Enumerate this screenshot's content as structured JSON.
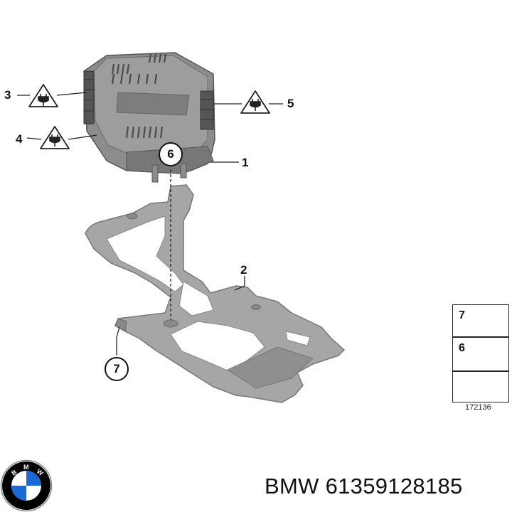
{
  "callouts": {
    "c1": "1",
    "c2": "2",
    "c3": "3",
    "c4": "4",
    "c5": "5",
    "c6": "6",
    "c7": "7"
  },
  "legend": {
    "item_a_number": "7",
    "item_b_number": "6",
    "diagram_code": "172136"
  },
  "caption": {
    "part_label": "BMW 61359128185"
  },
  "brand": {
    "logo_letters": "BMW",
    "logo_colors": [
      "#1c69d4",
      "#ffffff",
      "#000000"
    ]
  },
  "icons": [
    "connector-warning-icon",
    "bmw-logo",
    "nut-icon",
    "arrow-icon"
  ]
}
